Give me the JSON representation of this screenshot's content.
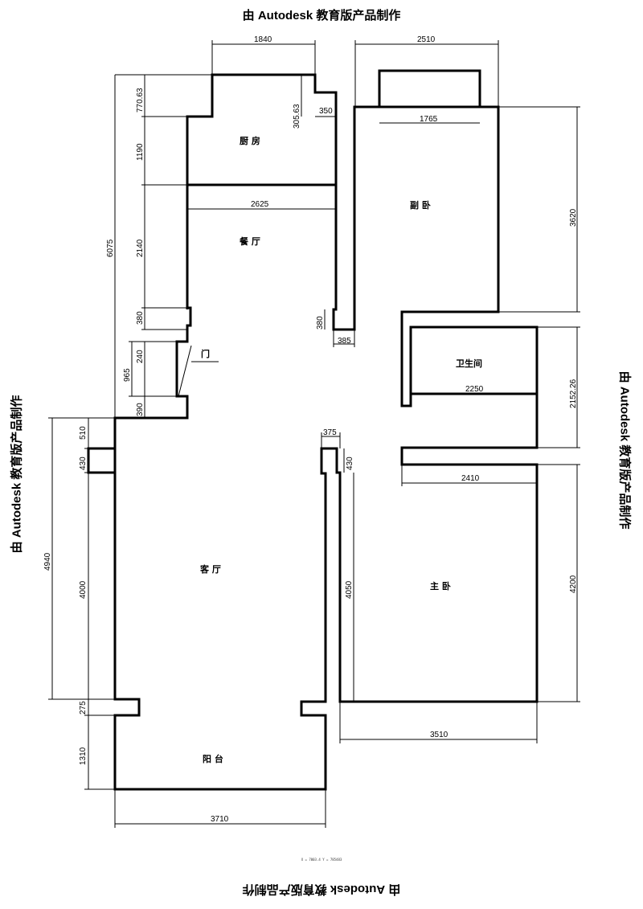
{
  "watermark": {
    "top": "由 Autodesk 教育版产品制作",
    "bottom": "由 Autodesk 教育版产品制作",
    "left": "由 Autodesk 教育版产品制作",
    "right": "由 Autodesk 教育版产品制作"
  },
  "rooms": {
    "kitchen": "厨 房",
    "dining": "餐 厅",
    "second_bedroom": "副 卧",
    "bathroom": "卫生间",
    "living": "客 厅",
    "master_bedroom": "主 卧",
    "balcony": "阳 台",
    "door": "门"
  },
  "dimensions": {
    "kitchen_top_width": "1840",
    "second_bed_top": "2510",
    "window_width": "1765",
    "left_770": "770.63",
    "left_1190": "1190",
    "left_2140": "2140",
    "left_6075": "6075",
    "left_380a": "380",
    "left_240": "240",
    "left_965": "965",
    "left_390": "390",
    "step_305": "305.63",
    "step_350": "350",
    "dining_width": "2625",
    "right_3620": "3620",
    "right_380": "380",
    "right_385": "385",
    "bath_width": "2250",
    "bath_height": "2152.26",
    "pillar_375": "375",
    "pillar_430_r": "430",
    "left_510": "510",
    "left_430": "430",
    "left_4940": "4940",
    "left_4000": "4000",
    "mid_4050": "4050",
    "master_2410": "2410",
    "master_4200": "4200",
    "master_3510": "3510",
    "left_275": "275",
    "left_1310": "1310",
    "balcony_3710": "3710"
  },
  "coordinate_readout": "X = 7003.4  Y = 785483"
}
